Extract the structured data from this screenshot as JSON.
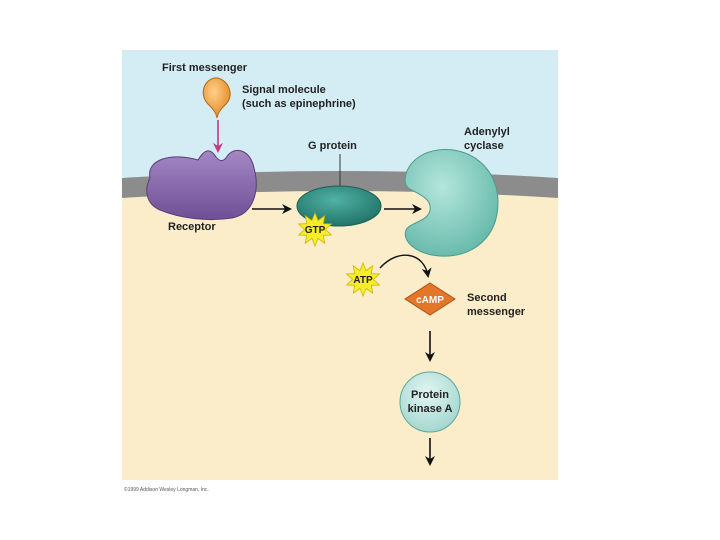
{
  "labels": {
    "first_messenger": "First messenger",
    "signal_molecule_line1": "Signal molecule",
    "signal_molecule_line2": "(such as epinephrine)",
    "g_protein": "G protein",
    "adenylyl_line1": "Adenylyl",
    "adenylyl_line2": "cyclase",
    "receptor": "Receptor",
    "gtp": "GTP",
    "atp": "ATP",
    "camp": "cAMP",
    "second_line1": "Second",
    "second_line2": "messenger",
    "pka_line1": "Protein",
    "pka_line2": "kinase A",
    "copyright": "©1999 Addison Wesley Longman, Inc."
  },
  "colors": {
    "extracellular": "#d4ecf4",
    "cytoplasm": "#fbedc9",
    "membrane": "#8c8c8c",
    "receptor": "#8a68ae",
    "g_protein": "#2e8f82",
    "adenylyl_cyclase": "#8fd4c6",
    "signal_molecule": "#f1a53a",
    "starburst": "#f7ec2a",
    "camp": "#e4762a",
    "protein_kinase_a": "#c9eae6",
    "signal_arrow": "#c23a86"
  }
}
